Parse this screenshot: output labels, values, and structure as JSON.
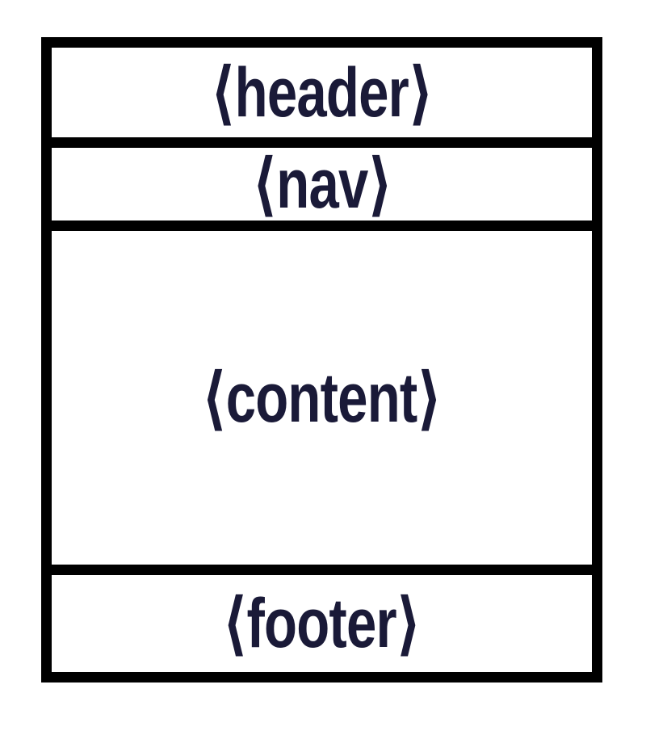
{
  "diagram": {
    "sections": [
      {
        "name": "header",
        "label": "⟨header⟩"
      },
      {
        "name": "nav",
        "label": "⟨nav⟩"
      },
      {
        "name": "content",
        "label": "⟨content⟩"
      },
      {
        "name": "footer",
        "label": "⟨footer⟩"
      }
    ],
    "colors": {
      "border": "#000000",
      "label_text": "#1a1a38",
      "background": "#ffffff"
    }
  }
}
